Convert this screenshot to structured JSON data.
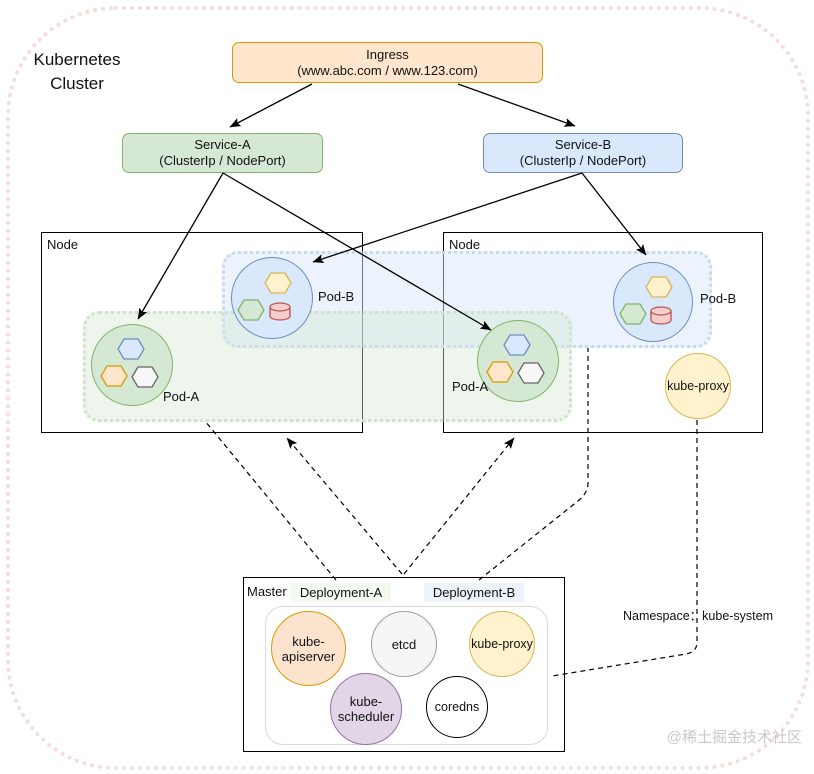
{
  "title": "Kubernetes Cluster",
  "ingress": {
    "title": "Ingress",
    "subtitle": "(www.abc.com / www.123.com)"
  },
  "service_a": {
    "title": "Service-A",
    "subtitle": "(ClusterIp / NodePort)"
  },
  "service_b": {
    "title": "Service-B",
    "subtitle": "(ClusterIp / NodePort)"
  },
  "node_left": {
    "label": "Node",
    "pod_b_label": "Pod-B",
    "pod_a_label": "Pod-A"
  },
  "node_right": {
    "label": "Node",
    "pod_b_label": "Pod-B",
    "pod_a_label": "Pod-A",
    "kube_proxy": "kube-proxy"
  },
  "master": {
    "label": "Master",
    "deployment_a": "Deployment-A",
    "deployment_b": "Deployment-B",
    "kube_apiserver": "kube-apiserver",
    "etcd": "etcd",
    "kube_proxy": "kube-proxy",
    "kube_scheduler": "kube-scheduler",
    "coredns": "coredns"
  },
  "namespace_label": "Namespace：kube-system",
  "watermark": "@稀土掘金技术社区",
  "icons": {
    "pod_a_icons": [
      "blue-hexagon-container-icon",
      "orange-hexagon-container-icon",
      "gray-hexagon-container-icon"
    ],
    "pod_b_icons": [
      "yellow-hexagon-container-icon",
      "green-hexagon-container-icon",
      "red-database-cylinder-icon"
    ]
  },
  "colors": {
    "ingress_fill": "#ffe6cc",
    "ingress_stroke": "#d79b00",
    "service_a_fill": "#d5e8d4",
    "service_a_stroke": "#82b366",
    "service_b_fill": "#dae8fc",
    "service_b_stroke": "#6c8ebf",
    "yellow_fill": "#fff2cc",
    "yellow_stroke": "#d6b656",
    "red_fill": "#f8cecc",
    "red_stroke": "#b85450",
    "purple_fill": "#e1d5e7",
    "purple_stroke": "#9673a6",
    "gray_fill": "#f5f5f5",
    "apiserver_fill": "#fce3cd",
    "frame_pink": "#f6dadc",
    "connector": "#000000"
  }
}
